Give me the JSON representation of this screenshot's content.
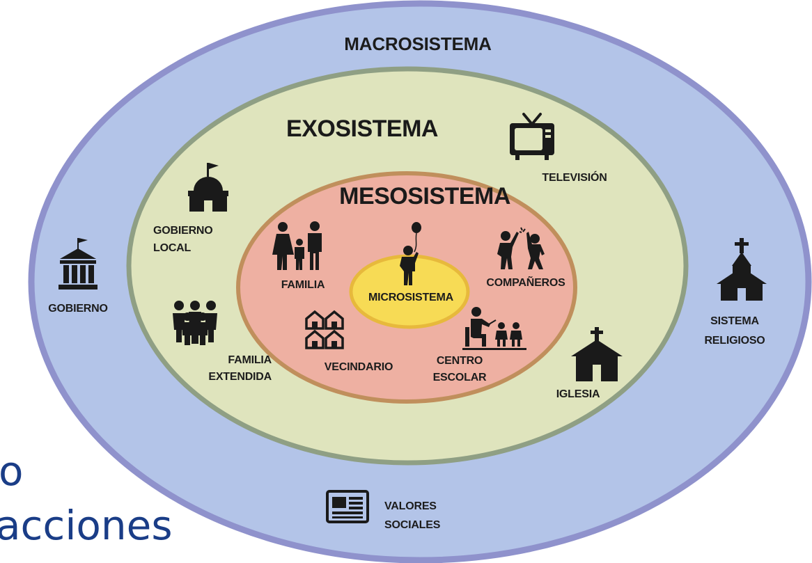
{
  "rings": {
    "macro": "MACROSISTEMA",
    "exo": "EXOSISTEMA",
    "meso": "MESOSISTEMA",
    "micro": "MICROSISTEMA"
  },
  "labels": {
    "gobierno": "GOBIERNO",
    "sistema_religioso_1": "SISTEMA",
    "sistema_religioso_2": "RELIGIOSO",
    "valores_sociales_1": "VALORES",
    "valores_sociales_2": "SOCIALES",
    "gobierno_local_1": "GOBIERNO",
    "gobierno_local_2": "LOCAL",
    "familia_extendida_1": "FAMILIA",
    "familia_extendida_2": "EXTENDIDA",
    "television": "TELEVISIÓN",
    "iglesia": "IGLESIA",
    "familia": "FAMILIA",
    "companeros": "COMPAÑEROS",
    "vecindario": "VECINDARIO",
    "centro_escolar_1": "CENTRO",
    "centro_escolar_2": "ESCOLAR"
  },
  "background_text": {
    "line1": "o",
    "line2": "acciones"
  },
  "colors": {
    "macro_fill": "#b3c4e8",
    "macro_border": "#8f92cc",
    "exo_fill": "#dfe4bd",
    "exo_border": "#8f9f84",
    "meso_fill": "#eeb0a2",
    "meso_border": "#c08f5c",
    "micro_fill": "#f7db55",
    "micro_border": "#e7b93c",
    "text_blue": "#1a3d87"
  },
  "icons": [
    "government-building-icon",
    "church-icon",
    "newspaper-icon",
    "local-government-icon",
    "extended-family-icon",
    "television-icon",
    "chapel-icon",
    "family-icon",
    "friends-icon",
    "neighborhood-icon",
    "school-icon",
    "child-balloon-icon"
  ]
}
